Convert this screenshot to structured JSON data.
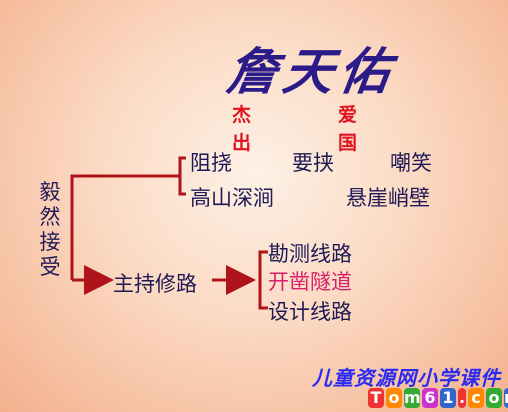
{
  "title": "詹天佑",
  "side_chars": {
    "left_top": "杰",
    "left_bottom": "出",
    "right_top": "爱",
    "right_bottom": "国"
  },
  "accept": "毅然接受",
  "obstacles": {
    "row1": [
      "阻挠",
      "要挟",
      "嘲笑"
    ],
    "row2": [
      "高山深涧",
      "悬崖峭壁"
    ]
  },
  "main_task": "主持修路",
  "tasks": [
    "勘测线路",
    "开凿隧道",
    "设计线路"
  ],
  "watermark": {
    "text": "儿童资源网小学课件",
    "logo_chars": [
      "T",
      "o",
      "m",
      "6",
      "1",
      ".",
      "c",
      "o",
      "m"
    ]
  },
  "colors": {
    "title": "#2b1b88",
    "accent": "#e0141e",
    "text": "#1f1a55",
    "highlight": "#d81e6a",
    "arrow": "#b0141a"
  }
}
